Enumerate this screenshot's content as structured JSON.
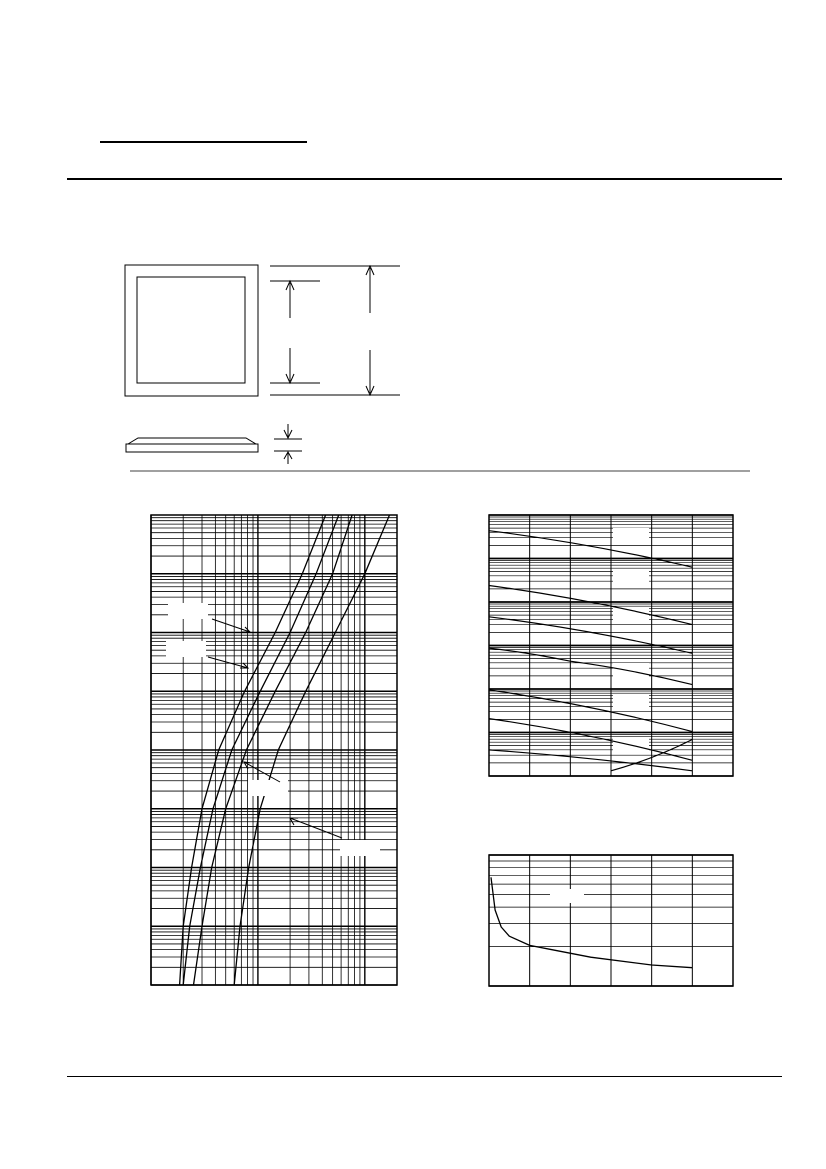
{
  "page": {
    "background": "#ffffff",
    "ink": "#000000",
    "rule_gray": "#808080"
  },
  "chart_data": [
    {
      "type": "line",
      "panel": "left",
      "log_x": true,
      "log_y": true,
      "grid": true,
      "series": [
        {
          "points": [
            [
              0.185,
              1e-07
            ],
            [
              0.2,
              1e-06
            ],
            [
              0.24,
              1e-05
            ],
            [
              0.3,
              0.0001
            ],
            [
              0.43,
              0.001
            ],
            [
              0.75,
              0.01
            ],
            [
              1.45,
              0.1
            ],
            [
              2.6,
              1
            ],
            [
              4.3,
              10
            ]
          ]
        },
        {
          "points": [
            [
              0.2,
              1e-07
            ],
            [
              0.23,
              1e-06
            ],
            [
              0.29,
              1e-05
            ],
            [
              0.38,
              0.0001
            ],
            [
              0.57,
              0.001
            ],
            [
              1.05,
              0.01
            ],
            [
              2.0,
              0.1
            ],
            [
              3.5,
              1
            ],
            [
              5.7,
              10
            ]
          ]
        },
        {
          "points": [
            [
              0.25,
              1e-07
            ],
            [
              0.3,
              1e-06
            ],
            [
              0.37,
              1e-05
            ],
            [
              0.5,
              0.0001
            ],
            [
              0.78,
              0.001
            ],
            [
              1.45,
              0.01
            ],
            [
              2.8,
              0.1
            ],
            [
              5.0,
              1
            ],
            [
              7.6,
              10
            ]
          ]
        },
        {
          "points": [
            [
              0.6,
              1e-07
            ],
            [
              0.68,
              1e-06
            ],
            [
              0.82,
              1e-05
            ],
            [
              1.05,
              0.0001
            ],
            [
              1.55,
              0.001
            ],
            [
              2.8,
              0.01
            ],
            [
              5.3,
              0.1
            ],
            [
              10.0,
              1
            ],
            [
              17.0,
              10
            ]
          ]
        }
      ]
    },
    {
      "type": "line",
      "panel": "right-top",
      "grid": true,
      "series": [
        {
          "points": [
            [
              0,
              0.94
            ],
            [
              5,
              0.8
            ]
          ]
        },
        {
          "points": [
            [
              0,
              0.73
            ],
            [
              5,
              0.58
            ]
          ]
        },
        {
          "points": [
            [
              0,
              0.61
            ],
            [
              5,
              0.47
            ]
          ]
        },
        {
          "points": [
            [
              0,
              0.49
            ],
            [
              2,
              0.44
            ],
            [
              5,
              0.35
            ]
          ]
        },
        {
          "points": [
            [
              0,
              0.33
            ],
            [
              5,
              0.17
            ]
          ]
        },
        {
          "points": [
            [
              0,
              0.22
            ],
            [
              5,
              0.06
            ]
          ]
        },
        {
          "points": [
            [
              0,
              0.1
            ],
            [
              5,
              0.02
            ]
          ]
        },
        {
          "points": [
            [
              3,
              0.02
            ],
            [
              5,
              0.14
            ]
          ]
        }
      ]
    },
    {
      "type": "line",
      "panel": "right-bottom",
      "grid": true,
      "series": [
        {
          "points": [
            [
              0.05,
              0.83
            ],
            [
              0.15,
              0.58
            ],
            [
              0.3,
              0.45
            ],
            [
              0.5,
              0.38
            ],
            [
              1.0,
              0.31
            ],
            [
              1.5,
              0.28
            ],
            [
              2.5,
              0.22
            ],
            [
              4.0,
              0.16
            ],
            [
              5.0,
              0.14
            ]
          ]
        }
      ]
    }
  ]
}
